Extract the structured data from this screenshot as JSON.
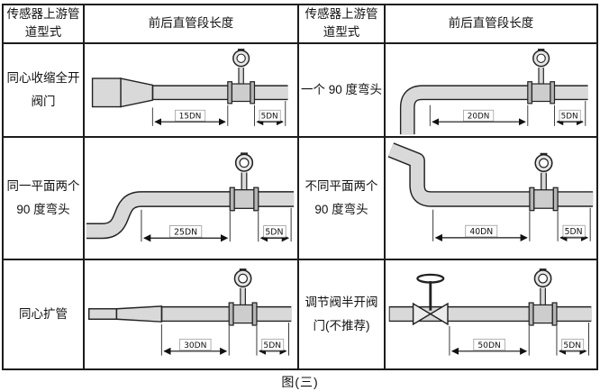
{
  "page": {
    "caption": "图(三)"
  },
  "table": {
    "headers": [
      "传感器上游管道型式",
      "前后直管段长度",
      "传感器上游管道型式",
      "前后直管段长度"
    ],
    "rows": [
      {
        "left": {
          "label": "同心收缩全开阀门",
          "diagram": "concentric-reducer-full-open-valve",
          "upstream_dim": "15DN",
          "downstream_dim": "5DN"
        },
        "right": {
          "label": "一个 90 度弯头",
          "diagram": "single-90-degree-elbow",
          "upstream_dim": "20DN",
          "downstream_dim": "5DN"
        }
      },
      {
        "left": {
          "label": "同一平面两个 90 度弯头",
          "diagram": "two-90-degree-elbows-same-plane",
          "upstream_dim": "25DN",
          "downstream_dim": "5DN"
        },
        "right": {
          "label": "不同平面两个 90 度弯头",
          "diagram": "two-90-degree-elbows-different-planes",
          "upstream_dim": "40DN",
          "downstream_dim": "5DN"
        }
      },
      {
        "left": {
          "label": "同心扩管",
          "diagram": "concentric-expander",
          "upstream_dim": "30DN",
          "downstream_dim": "5DN"
        },
        "right": {
          "label": "调节阀半开阀门(不推荐)",
          "diagram": "half-open-regulating-valve-not-recommended",
          "upstream_dim": "50DN",
          "downstream_dim": "5DN"
        }
      }
    ]
  }
}
